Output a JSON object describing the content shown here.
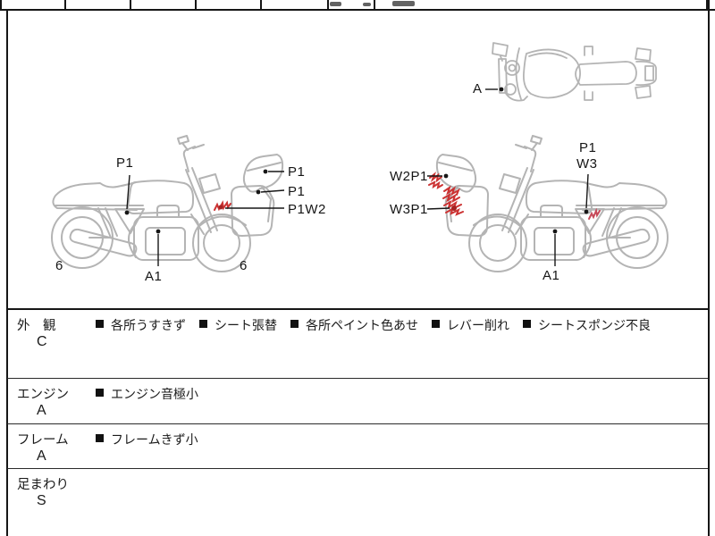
{
  "colors": {
    "sketch": "#b4b4b4",
    "ink": "#1a1a1a",
    "damage_red": "#cc3333"
  },
  "diagram": {
    "left_bike": {
      "frame_label": "P1",
      "engine_label": "A1",
      "tire_rear": "6",
      "tire_front": "6",
      "cowl_top_label": "P1",
      "cowl_side_label": "P1",
      "fork_mark_label": "P1W2"
    },
    "right_bike": {
      "cowl_top_label": "W2P1",
      "cowl_side_label": "W3P1",
      "seat_label_line1": "P1",
      "seat_label_line2": "W3",
      "engine_label": "A1"
    },
    "top_view": {
      "marker_label": "A"
    }
  },
  "table": {
    "rows": [
      {
        "category": "外　観",
        "grade": "C",
        "notes": [
          "各所うすきず",
          "シート張替",
          "各所ペイント色あせ",
          "レバー削れ",
          "シートスポンジ不良"
        ]
      },
      {
        "category": "エンジン",
        "grade": "A",
        "notes": [
          "エンジン音極小"
        ]
      },
      {
        "category": "フレーム",
        "grade": "A",
        "notes": [
          "フレームきず小"
        ]
      },
      {
        "category": "足まわり",
        "grade": "S",
        "notes": []
      }
    ]
  }
}
